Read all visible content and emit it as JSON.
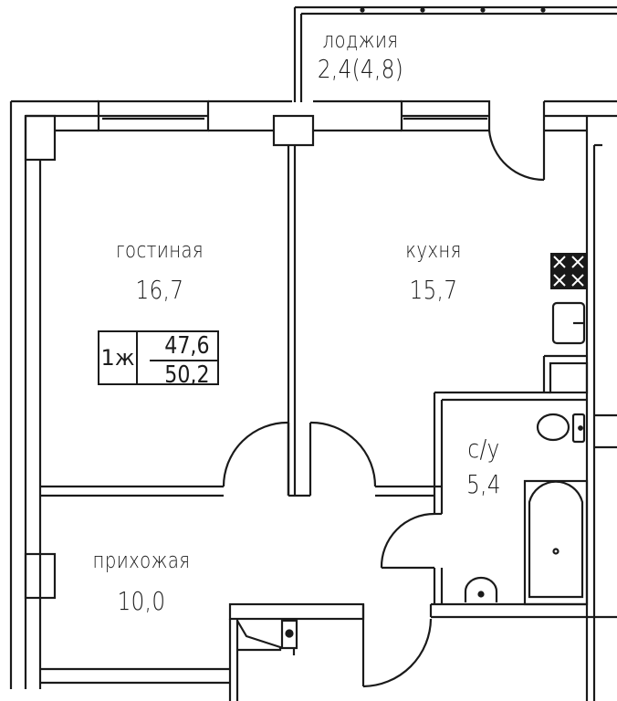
{
  "plan": {
    "apartment_type": "1ж",
    "living_area": "47,6",
    "total_area": "50,2",
    "line_color": "#1a1a1a",
    "background": "#ffffff"
  },
  "rooms": {
    "loggia": {
      "name": "лоджия",
      "area": "2,4(4,8)"
    },
    "living_room": {
      "name": "гостиная",
      "area": "16,7"
    },
    "kitchen": {
      "name": "кухня",
      "area": "15,7"
    },
    "bathroom": {
      "name": "с/у",
      "area": "5,4"
    },
    "hallway": {
      "name": "прихожая",
      "area": "10,0"
    }
  },
  "fixtures": [
    "stove-icon",
    "kitchen-sink-icon",
    "toilet-icon",
    "bathtub-icon",
    "washbasin-icon",
    "utility-cabinet-icon"
  ]
}
